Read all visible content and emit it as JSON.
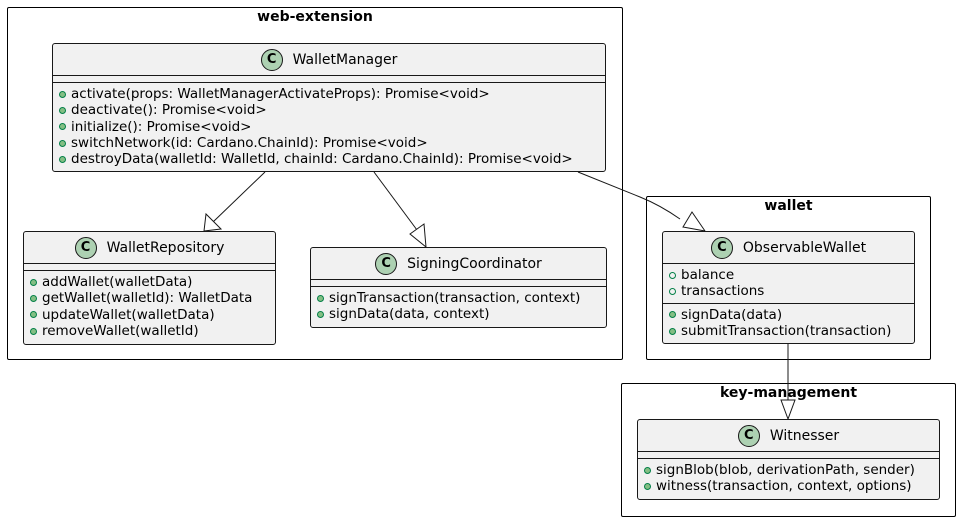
{
  "packages": {
    "web_extension": "web-extension",
    "wallet": "wallet",
    "key_management": "key-management"
  },
  "classes": {
    "wallet_manager": {
      "stereotype": "C",
      "name": "WalletManager",
      "methods": [
        "activate(props: WalletManagerActivateProps): Promise<void>",
        "deactivate(): Promise<void>",
        "initialize(): Promise<void>",
        "switchNetwork(id: Cardano.ChainId): Promise<void>",
        "destroyData(walletId: WalletId, chainId: Cardano.ChainId): Promise<void>"
      ]
    },
    "wallet_repository": {
      "stereotype": "C",
      "name": "WalletRepository",
      "methods": [
        "addWallet(walletData)",
        "getWallet(walletId): WalletData",
        "updateWallet(walletData)",
        "removeWallet(walletId)"
      ]
    },
    "signing_coordinator": {
      "stereotype": "C",
      "name": "SigningCoordinator",
      "methods": [
        "signTransaction(transaction, context)",
        "signData(data, context)"
      ]
    },
    "observable_wallet": {
      "stereotype": "C",
      "name": "ObservableWallet",
      "fields": [
        "balance",
        "transactions"
      ],
      "methods": [
        "signData(data)",
        "submitTransaction(transaction)"
      ]
    },
    "witnesser": {
      "stereotype": "C",
      "name": "Witnesser",
      "methods": [
        "signBlob(blob, derivationPath, sender)",
        "witness(transaction, context, options)"
      ]
    }
  },
  "colors": {
    "class_fill": "#f1f1f1",
    "badge_fill": "#add1b2",
    "method_dot": "#84be84",
    "border": "#181818"
  }
}
